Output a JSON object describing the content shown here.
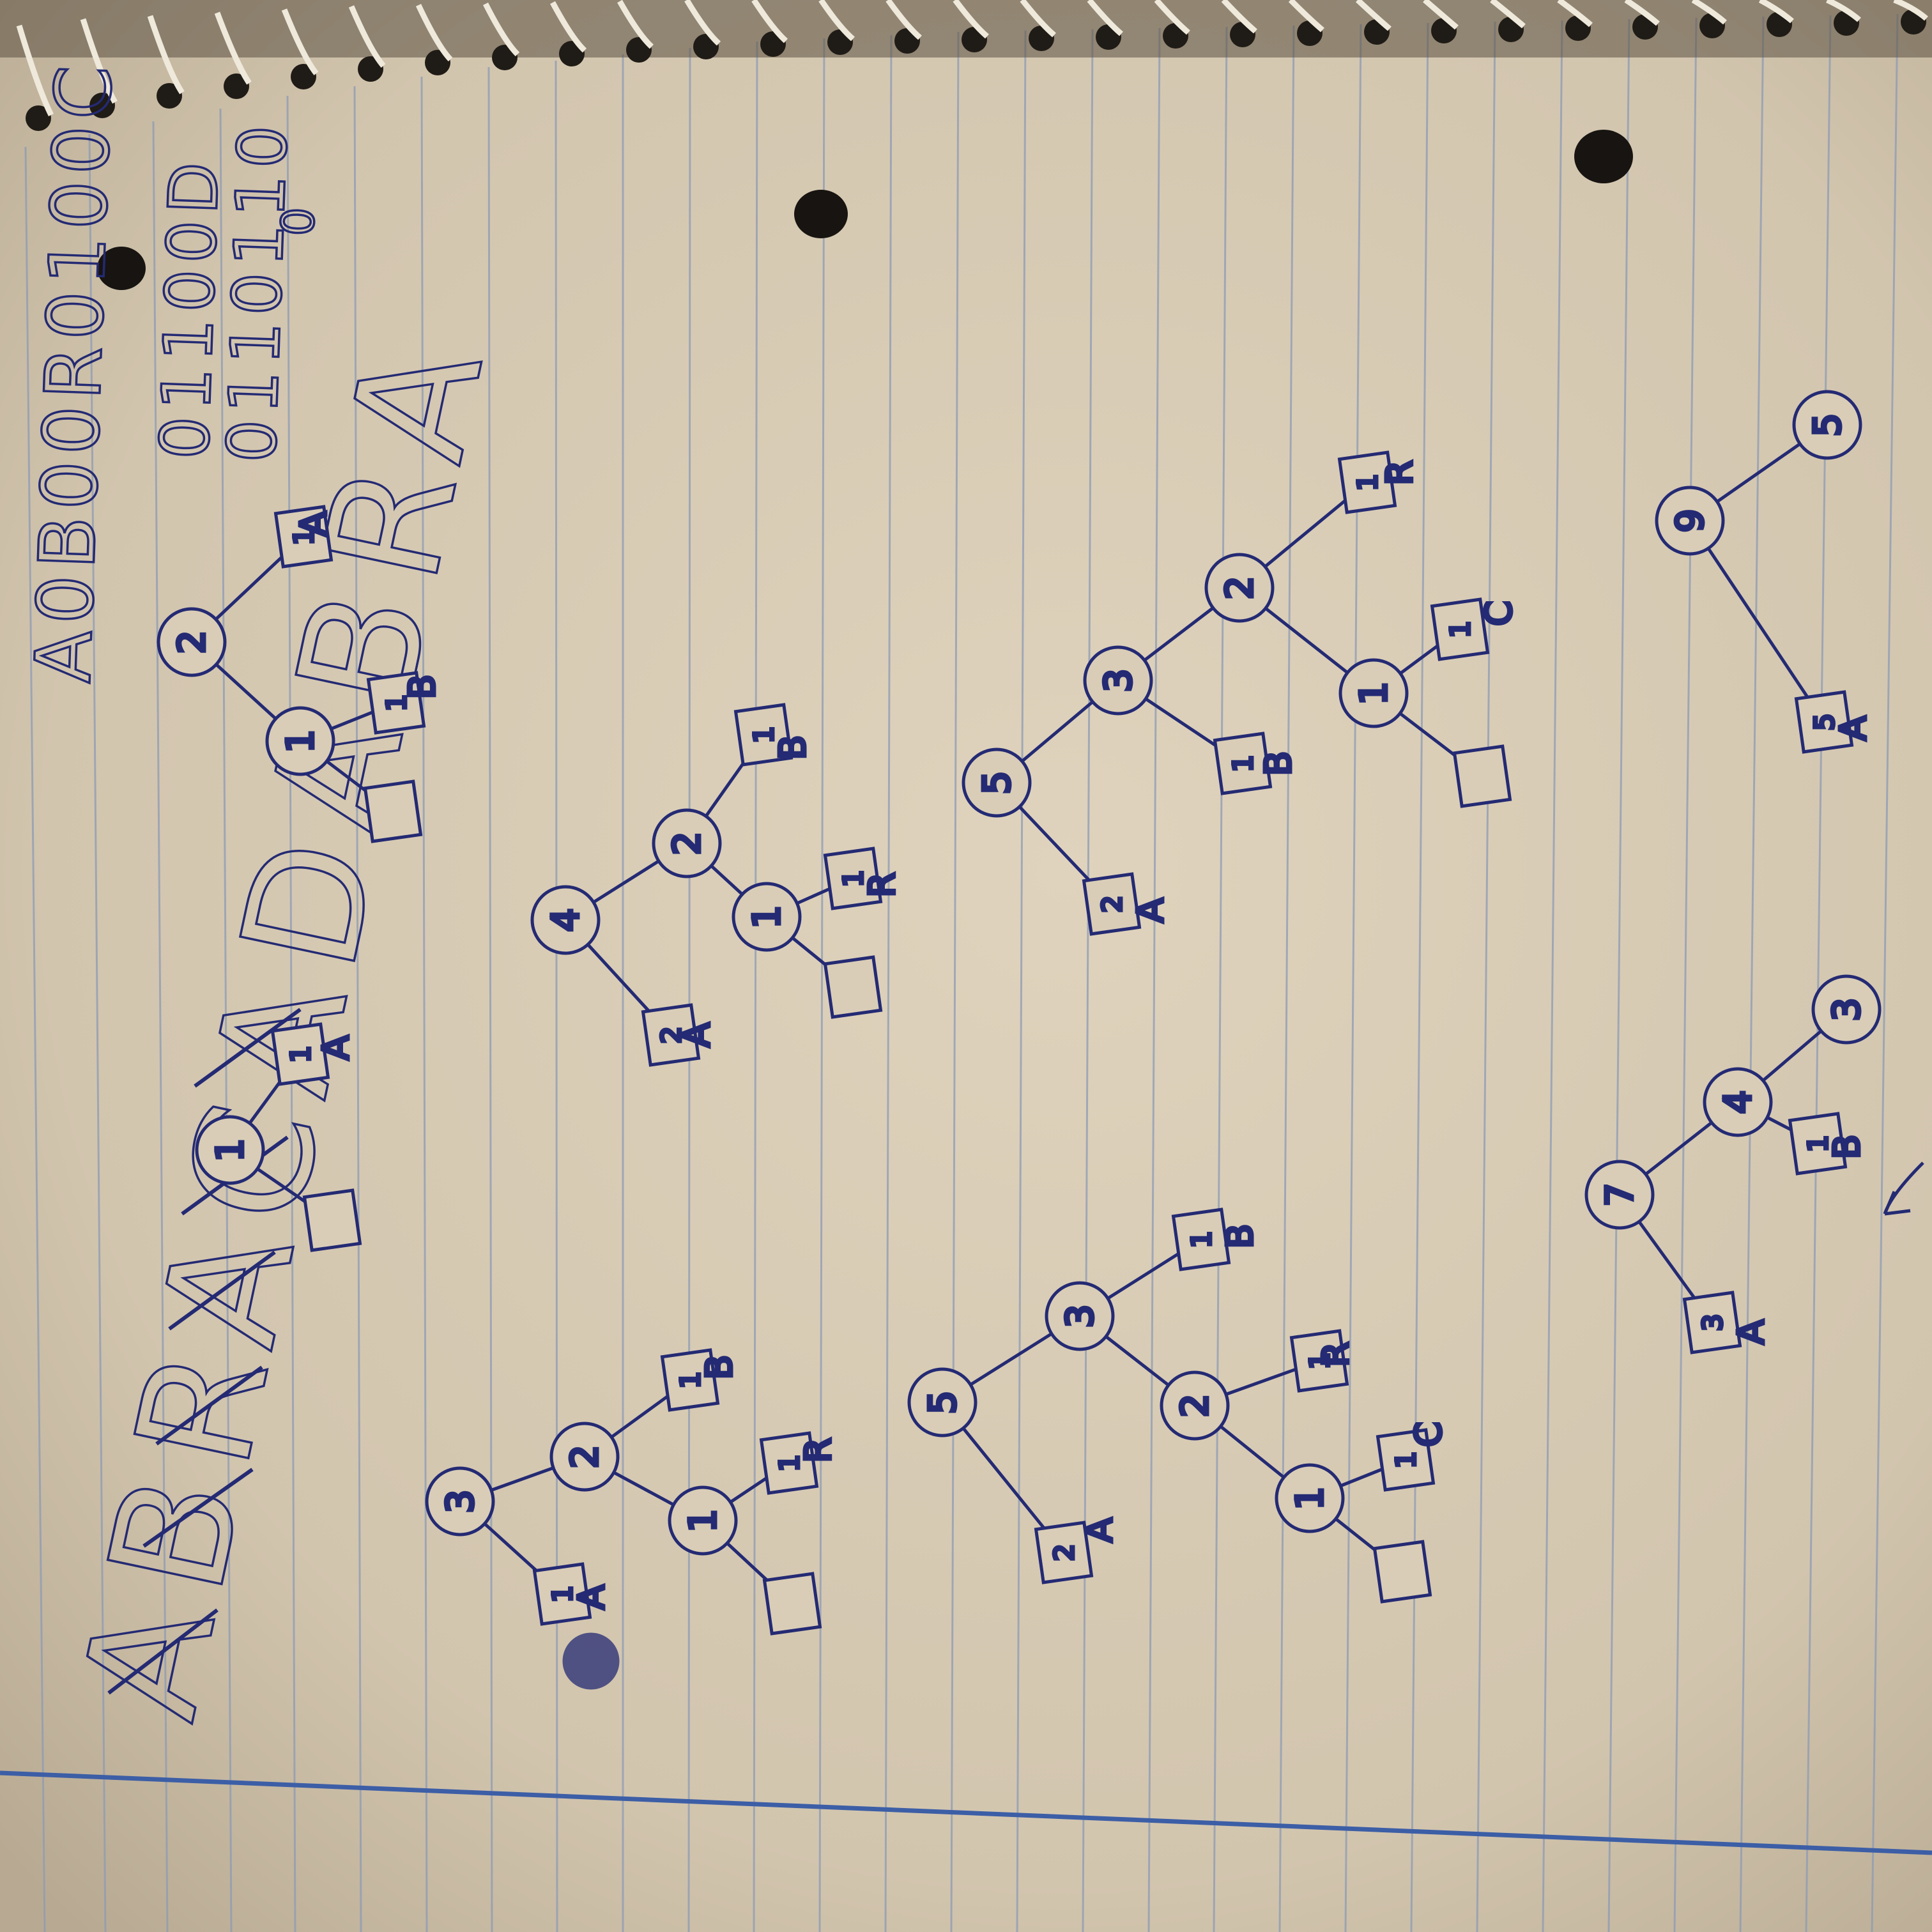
{
  "ink_color": "#242a73",
  "paper_color": "#d8ccb6",
  "rule_color": "#8d9bb4",
  "margin_color": "#3c5ea6",
  "notebook": {
    "header_word": "ABRACADABRA",
    "codes": [
      "A0B00R0100C",
      "01100D",
      "0110110",
      "0"
    ]
  },
  "trees": [
    {
      "circles": [
        "1"
      ],
      "boxes": [
        "",
        "1"
      ],
      "letters": [
        "A"
      ]
    },
    {
      "circles": [
        "2",
        "1"
      ],
      "boxes": [
        "1",
        "",
        "1"
      ],
      "letters": [
        "A",
        "B"
      ]
    },
    {
      "circles": [
        "3",
        "2",
        "1"
      ],
      "boxes": [
        "1",
        "1",
        "",
        "1"
      ],
      "letters": [
        "A",
        "B",
        "R"
      ]
    },
    {
      "circles": [
        "4",
        "2",
        "1"
      ],
      "boxes": [
        "2",
        "1",
        "",
        "1"
      ],
      "letters": [
        "A",
        "B",
        "R"
      ]
    },
    {
      "circles": [
        "5",
        "3",
        "2",
        "1"
      ],
      "boxes": [
        "2",
        "1",
        "1",
        "",
        "1"
      ],
      "letters": [
        "A",
        "B",
        "R",
        "C"
      ]
    },
    {
      "circles": [
        "5",
        "3",
        "2",
        "1"
      ],
      "boxes": [
        "2",
        "1",
        "1",
        "",
        "1"
      ],
      "letters": [
        "A",
        "B",
        "R",
        "C"
      ]
    },
    {
      "circles": [
        "7",
        "4",
        "3"
      ],
      "boxes": [
        "3",
        "1"
      ],
      "letters": [
        "A",
        "B"
      ]
    },
    {
      "circles": [
        "9",
        "5"
      ],
      "boxes": [
        "5"
      ],
      "letters": [
        "A"
      ]
    }
  ]
}
